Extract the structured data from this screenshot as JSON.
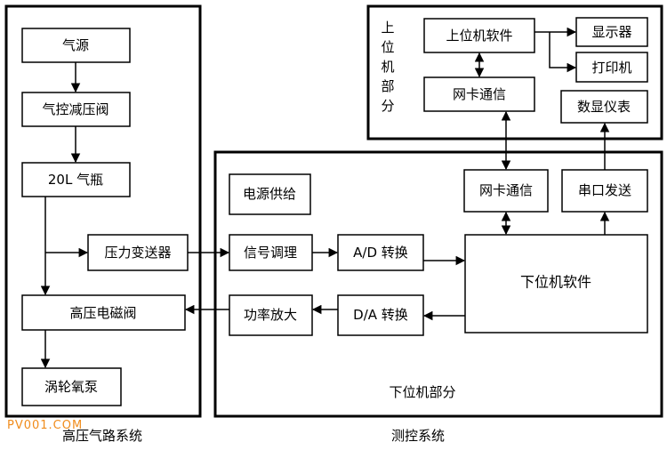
{
  "boxes": {
    "gas_source": "气源",
    "pneumatic_valve": "气控减压阀",
    "cylinder": "20L 气瓶",
    "pressure_transmitter": "压力变送器",
    "hp_solenoid": "高压电磁阀",
    "turbo_pump": "涡轮氧泵",
    "power_supply": "电源供给",
    "signal_conditioning": "信号调理",
    "ad_converter": "A/D 转换",
    "power_amplifier": "功率放大",
    "da_converter": "D/A 转换",
    "lower_software": "下位机软件",
    "lower_nic": "网卡通信",
    "serial_send": "串口发送",
    "upper_software": "上位机软件",
    "upper_nic": "网卡通信",
    "display": "显示器",
    "printer": "打印机",
    "digital_meter": "数显仪表"
  },
  "regions": {
    "upper_part_label": [
      "上",
      "位",
      "机",
      "部",
      "分"
    ],
    "lower_part_label": "下位机部分",
    "hp_gas_system": "高压气路系统",
    "control_system": "测控系统"
  },
  "watermark": "PV001.COM"
}
